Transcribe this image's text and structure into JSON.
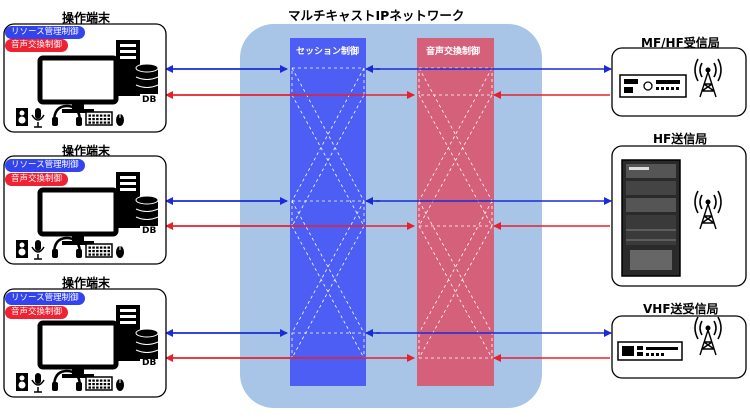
{
  "title": "マルチキャストIPネットワーク",
  "columns": {
    "session": "セッション制御",
    "voice": "音声交換制御"
  },
  "terminals": [
    {
      "label": "操作端末",
      "pill_session": "リソース管理制御",
      "pill_voice": "音声交換制御",
      "db": "DB"
    },
    {
      "label": "操作端末",
      "pill_session": "リソース管理制御",
      "pill_voice": "音声交換制御",
      "db": "DB"
    },
    {
      "label": "操作端末",
      "pill_session": "リソース管理制御",
      "pill_voice": "音声交換制御",
      "db": "DB"
    }
  ],
  "stations": [
    {
      "label": "MF/HF受信局",
      "equipment": "receiver-rack-unit"
    },
    {
      "label": "HF送信局",
      "equipment": "transmitter-cabinet"
    },
    {
      "label": "VHF送受信局",
      "equipment": "transceiver-rack-unit"
    }
  ],
  "colors": {
    "network_bg": "#a8c4e6",
    "session_column": "#4d5ef5",
    "voice_column": "#d4607a",
    "session_arrow": "#1a2bd8",
    "voice_arrow": "#e8202a",
    "pill_blue": "#3344ee",
    "pill_red": "#ee2233"
  }
}
